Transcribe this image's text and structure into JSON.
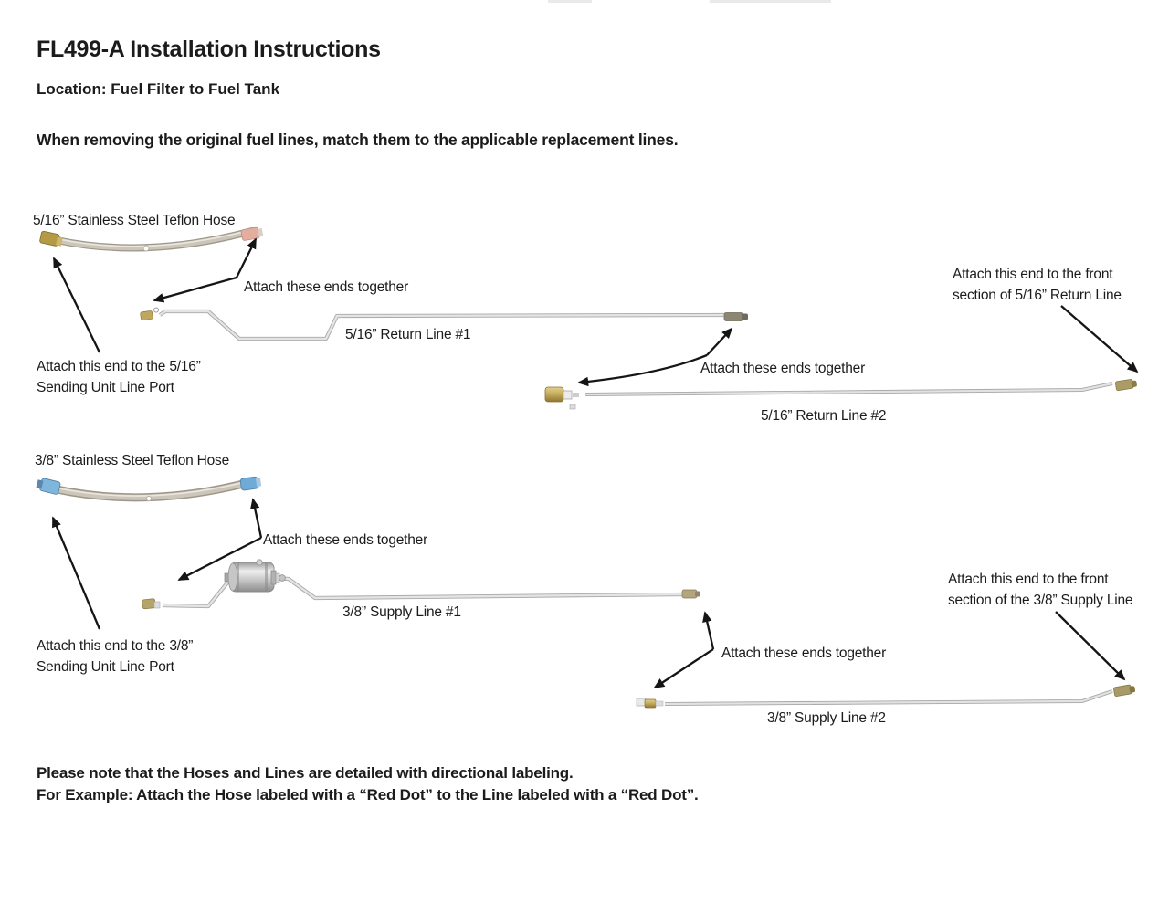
{
  "header": {
    "title": "FL499-A Installation Instructions",
    "location": "Location: Fuel Filter to Fuel Tank",
    "intro": "When removing the original fuel lines, match them to the applicable replacement lines."
  },
  "return_section": {
    "hose_label": "5/16” Stainless Steel Teflon Hose",
    "attach_hose_ends": "Attach these ends together",
    "line1_label": "5/16” Return Line #1",
    "sending_unit_l1": "Attach this end to the 5/16”",
    "sending_unit_l2": "Sending Unit Line Port",
    "front_l1": "Attach this end to the front",
    "front_l2": "section of 5/16” Return Line",
    "attach_line_ends": "Attach these ends together",
    "line2_label": "5/16” Return Line #2"
  },
  "supply_section": {
    "hose_label": "3/8” Stainless Steel Teflon Hose",
    "attach_hose_ends": "Attach these ends together",
    "line1_label": "3/8” Supply Line #1",
    "sending_unit_l1": "Attach this end to the 3/8”",
    "sending_unit_l2": "Sending Unit Line Port",
    "front_l1": "Attach this end to the front",
    "front_l2": "section of the 3/8” Supply Line",
    "attach_line_ends": "Attach these ends together",
    "line2_label": "3/8” Supply Line #2"
  },
  "footer": {
    "note_l1": "Please note that the Hoses and Lines are detailed with directional labeling.",
    "note_l2": "For Example: Attach the Hose labeled with a “Red Dot” to the Line labeled with a “Red Dot”."
  },
  "colors": {
    "hose_fitting_pink": "#e3ada0",
    "hose_fitting_brass": "#b59a45",
    "hose_fitting_blue_left": "#7fb6dc",
    "hose_fitting_blue_right": "#6fabd6",
    "line_fitting_brass": "#c3a95c",
    "line_gray": "#e0e0e0",
    "arrow_black": "#151515"
  }
}
